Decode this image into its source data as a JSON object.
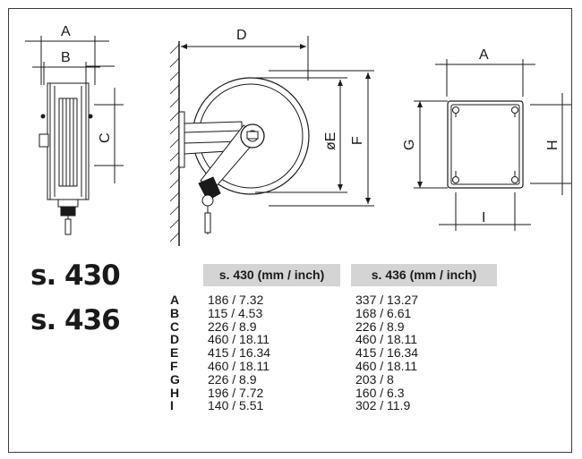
{
  "models": [
    "s. 430",
    "s. 436"
  ],
  "dimension_letters": {
    "side_view": [
      "A",
      "B",
      "C"
    ],
    "front_view": [
      "D",
      "øE",
      "F"
    ],
    "bracket_view": [
      "A",
      "G",
      "H",
      "I"
    ]
  },
  "table": {
    "headers": [
      "s. 430 (mm / inch)",
      "s. 436 (mm / inch)"
    ],
    "rows": [
      {
        "label": "A",
        "s430": "186 / 7.32",
        "s436": "337 / 13.27"
      },
      {
        "label": "B",
        "s430": "115 / 4.53",
        "s436": "168 / 6.61"
      },
      {
        "label": "C",
        "s430": "226 / 8.9",
        "s436": "226 / 8.9"
      },
      {
        "label": "D",
        "s430": "460 / 18.11",
        "s436": "460 / 18.11"
      },
      {
        "label": "E",
        "s430": "415 / 16.34",
        "s436": "415 / 16.34"
      },
      {
        "label": "F",
        "s430": "460 / 18.11",
        "s436": "460 / 18.11"
      },
      {
        "label": "G",
        "s430": "226 / 8.9",
        "s436": "203 / 8"
      },
      {
        "label": "H",
        "s430": "196 / 7.72",
        "s436": "160 / 6.3"
      },
      {
        "label": "I",
        "s430": "140 / 5.51",
        "s436": "302 / 11.9"
      }
    ]
  }
}
